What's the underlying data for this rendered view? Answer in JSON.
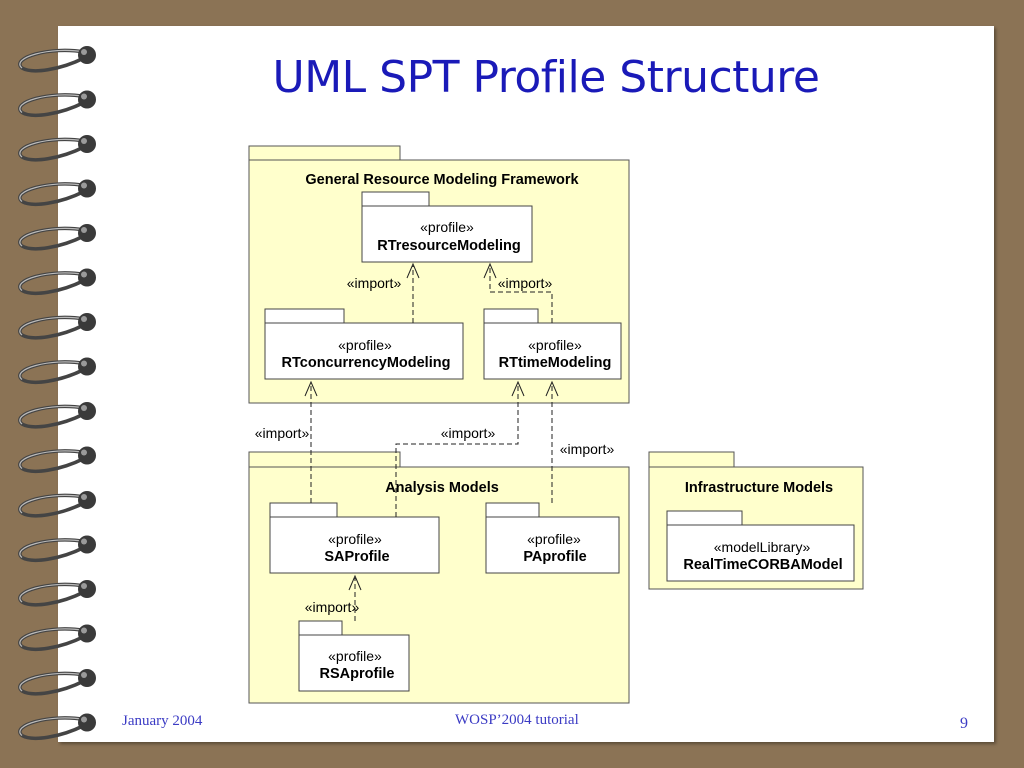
{
  "slide": {
    "title": "UML SPT Profile Structure",
    "footer_left": "January 2004",
    "footer_center": "WOSP’2004 tutorial",
    "footer_right": "9"
  },
  "colors": {
    "background": "#8b7355",
    "package_fill": "#ffffcc",
    "title_text": "#1a1ab8",
    "footer_text": "#3b3bc4"
  },
  "packages": {
    "grm_framework": {
      "name": "General Resource Modeling Framework"
    },
    "analysis_models": {
      "name": "Analysis Models"
    },
    "infrastructure_models": {
      "name": "Infrastructure Models"
    }
  },
  "elements": {
    "rt_resource": {
      "stereotype": "«profile»",
      "name": "RTresourceModeling"
    },
    "rt_concurrency": {
      "stereotype": "«profile»",
      "name": "RTconcurrencyModeling"
    },
    "rt_time": {
      "stereotype": "«profile»",
      "name": "RTtimeModeling"
    },
    "sa_profile": {
      "stereotype": "«profile»",
      "name": "SAProfile"
    },
    "pa_profile": {
      "stereotype": "«profile»",
      "name": "PAprofile"
    },
    "rsa_profile": {
      "stereotype": "«profile»",
      "name": "RSAprofile"
    },
    "rt_corba": {
      "stereotype": "«modelLibrary»",
      "name": "RealTimeCORBAModel"
    }
  },
  "import_label": "«import»"
}
